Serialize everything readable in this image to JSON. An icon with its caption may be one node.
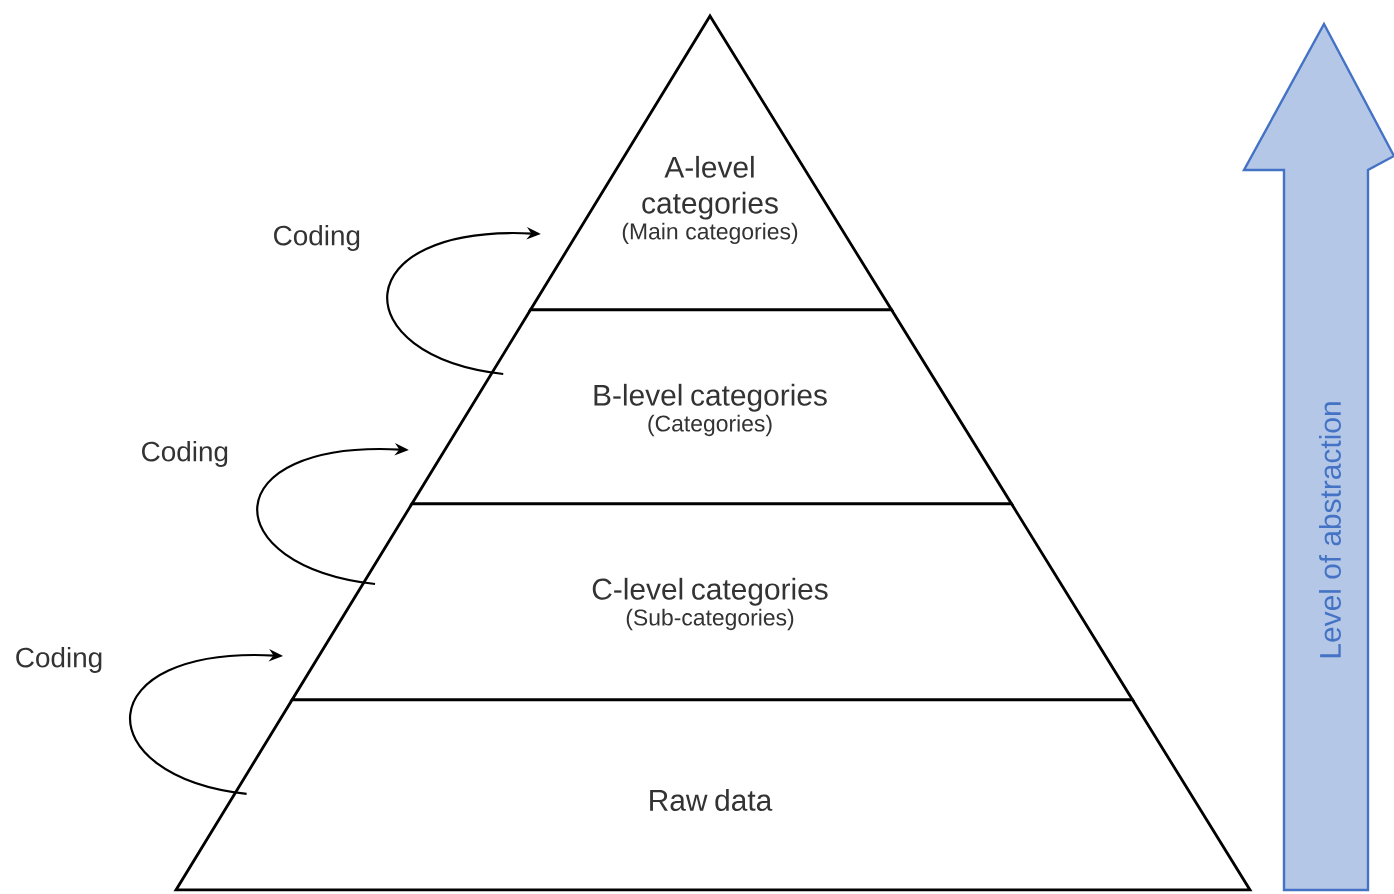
{
  "diagram": {
    "nodes": [
      {
        "text": [
          "A-level categories",
          "(Main categories)"
        ]
      },
      {
        "text": [
          "B-level categories",
          "(Categories)"
        ]
      },
      {
        "text": [
          "C-level categories",
          "(Sub-categories)"
        ]
      },
      {
        "text": [
          "Raw data"
        ]
      },
      {
        "text": [
          "Level of abstraction"
        ]
      }
    ],
    "edges": [
      {
        "from": 1,
        "to": 0,
        "arrow": "to",
        "label": "Coding"
      },
      {
        "from": 2,
        "to": 1,
        "arrow": "to",
        "label": "Coding"
      },
      {
        "from": 3,
        "to": 2,
        "arrow": "to",
        "label": "Coding"
      }
    ]
  }
}
